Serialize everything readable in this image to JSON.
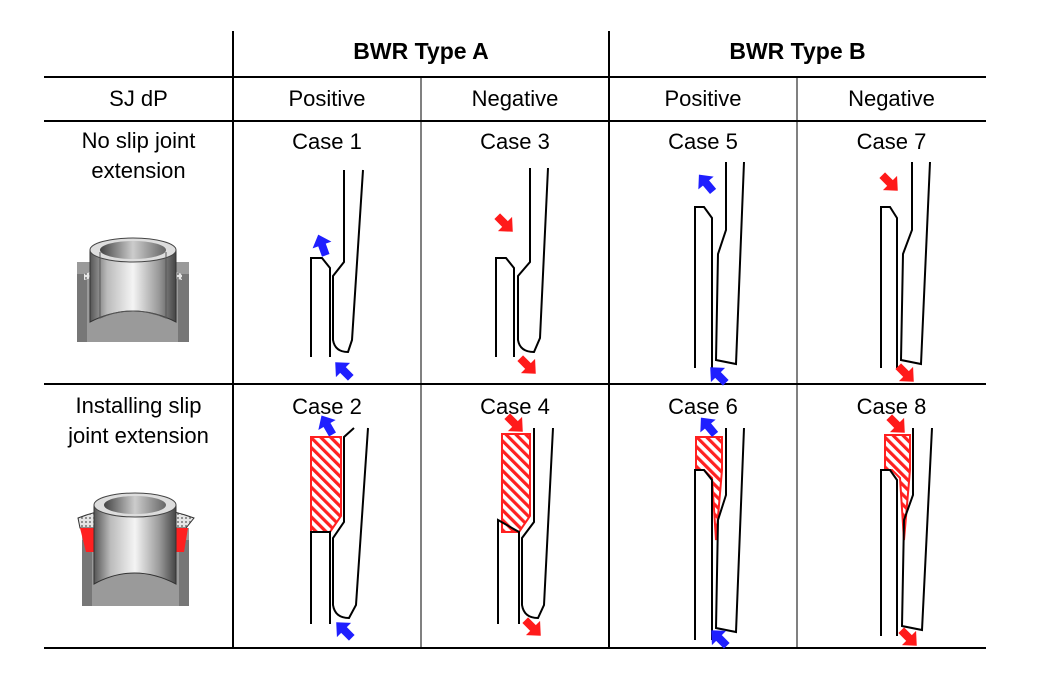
{
  "header": {
    "type_a": "BWR Type A",
    "type_b": "BWR Type B"
  },
  "subheader": {
    "label": "SJ dP",
    "a_positive": "Positive",
    "a_negative": "Negative",
    "b_positive": "Positive",
    "b_negative": "Negative"
  },
  "rows": [
    {
      "label_line1": "No slip joint",
      "label_line2": "extension"
    },
    {
      "label_line1": "Installing slip",
      "label_line2": "joint extension"
    }
  ],
  "cases": [
    "Case 1",
    "Case 3",
    "Case 5",
    "Case 7",
    "Case 2",
    "Case 4",
    "Case 6",
    "Case 8"
  ],
  "colors": {
    "positive_arrow": "#1f1fff",
    "negative_arrow": "#ff1a1a",
    "extension_fill": "#ff2020",
    "line": "#000000",
    "part_gray": "#8c8c8c"
  },
  "icons": {
    "arrow": "fat-arrow-icon",
    "slip_joint": "slip-joint-cylinder-icon",
    "extension": "slip-joint-extension-hatched-icon"
  }
}
